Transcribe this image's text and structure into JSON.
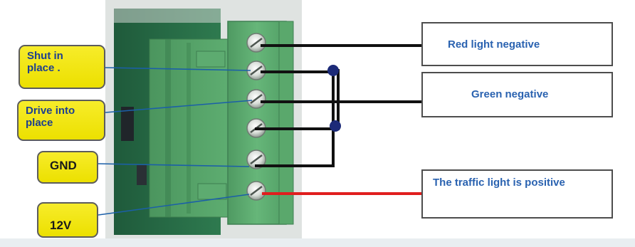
{
  "left_labels": [
    {
      "id": "shut-in-place",
      "text": "Shut in\nplace ."
    },
    {
      "id": "drive-into-place",
      "text": "Drive into\nplace"
    },
    {
      "id": "gnd",
      "text": "GND"
    },
    {
      "id": "12v",
      "text": "12V"
    }
  ],
  "right_boxes": [
    {
      "id": "red-light-negative",
      "text": "Red light negative"
    },
    {
      "id": "green-negative",
      "text": "Green negative"
    },
    {
      "id": "traffic-light-positive",
      "text": "The traffic light is positive"
    }
  ],
  "colors": {
    "label_fill": "#f2e60f",
    "label_text": "#1d3f8f",
    "box_text": "#2a62b0",
    "wire_black": "#111111",
    "wire_red": "#e01e1e",
    "junction_dot": "#1c2a78",
    "terminal_green": "#5aa86c"
  }
}
